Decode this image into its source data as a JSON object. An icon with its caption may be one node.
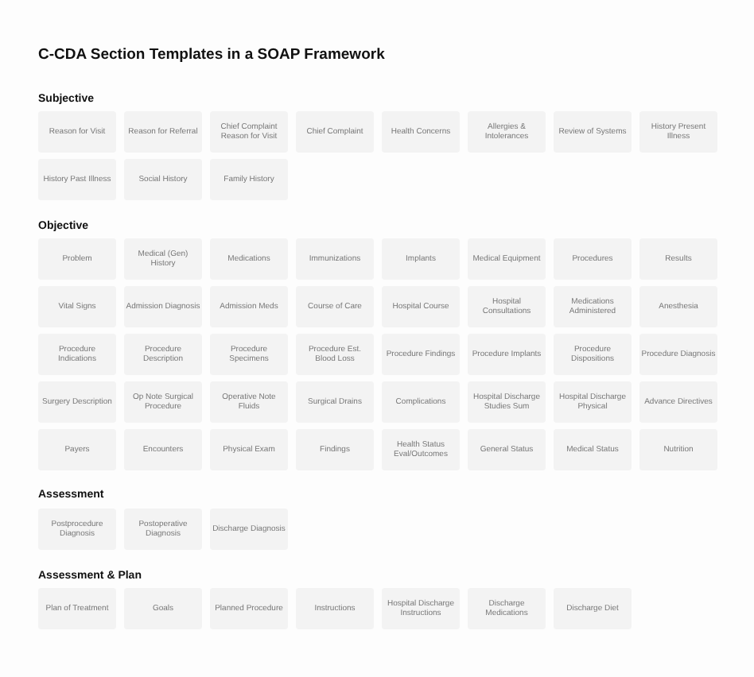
{
  "diagram": {
    "title": "C-CDA Section Templates in a SOAP Framework",
    "nodes": [
      {
        "text": [
          "Reason for Visit"
        ]
      },
      {
        "text": [
          "Reason for Referral"
        ]
      },
      {
        "text": [
          "Chief Complaint Reason for Visit"
        ]
      },
      {
        "text": [
          "Chief Complaint"
        ]
      },
      {
        "text": [
          "Health Concerns"
        ]
      },
      {
        "text": [
          "Allergies & Intolerances"
        ]
      },
      {
        "text": [
          "Review of Systems"
        ]
      },
      {
        "text": [
          "History Present Illness"
        ]
      },
      {
        "text": [
          "History Past Illness"
        ]
      },
      {
        "text": [
          "Social History"
        ]
      },
      {
        "text": [
          "Family History"
        ]
      },
      {
        "text": [
          "Problem"
        ]
      },
      {
        "text": [
          "Medical (Gen) History"
        ]
      },
      {
        "text": [
          "Medications"
        ]
      },
      {
        "text": [
          "Immunizations"
        ]
      },
      {
        "text": [
          "Implants"
        ]
      },
      {
        "text": [
          "Medical Equipment"
        ]
      },
      {
        "text": [
          "Procedures"
        ]
      },
      {
        "text": [
          "Results"
        ]
      },
      {
        "text": [
          "Vital Signs"
        ]
      },
      {
        "text": [
          "Admission Diagnosis"
        ]
      },
      {
        "text": [
          "Admission Meds"
        ]
      },
      {
        "text": [
          "Course of Care"
        ]
      },
      {
        "text": [
          "Hospital Course"
        ]
      },
      {
        "text": [
          "Hospital Consultations"
        ]
      },
      {
        "text": [
          "Medications Administered"
        ]
      },
      {
        "text": [
          "Anesthesia"
        ]
      },
      {
        "text": [
          "Procedure Indications"
        ]
      },
      {
        "text": [
          "Procedure Description"
        ]
      },
      {
        "text": [
          "Procedure Specimens"
        ]
      },
      {
        "text": [
          "Procedure Est. Blood Loss"
        ]
      },
      {
        "text": [
          "Procedure Findings"
        ]
      },
      {
        "text": [
          "Procedure Implants"
        ]
      },
      {
        "text": [
          "Procedure Dispositions"
        ]
      },
      {
        "text": [
          "Procedure Diagnosis"
        ]
      },
      {
        "text": [
          "Surgery Description"
        ]
      },
      {
        "text": [
          "Op Note Surgical Procedure"
        ]
      },
      {
        "text": [
          "Operative Note Fluids"
        ]
      },
      {
        "text": [
          "Surgical Drains"
        ]
      },
      {
        "text": [
          "Complications"
        ]
      },
      {
        "text": [
          "Hospital Discharge Studies Sum"
        ]
      },
      {
        "text": [
          "Hospital Discharge Physical"
        ]
      },
      {
        "text": [
          "Advance Directives"
        ]
      },
      {
        "text": [
          "Payers"
        ]
      },
      {
        "text": [
          "Encounters"
        ]
      },
      {
        "text": [
          "Physical Exam"
        ]
      },
      {
        "text": [
          "Findings"
        ]
      },
      {
        "text": [
          "Health Status Eval/Outcomes"
        ]
      },
      {
        "text": [
          "General Status"
        ]
      },
      {
        "text": [
          "Medical Status"
        ]
      },
      {
        "text": [
          "Nutrition"
        ]
      },
      {
        "text": [
          "Postprocedure Diagnosis"
        ]
      },
      {
        "text": [
          "Postoperative Diagnosis"
        ]
      },
      {
        "text": [
          "Discharge Diagnosis"
        ]
      },
      {
        "text": [
          "Plan of Treatment"
        ]
      },
      {
        "text": [
          "Goals"
        ]
      },
      {
        "text": [
          "Planned Procedure"
        ]
      },
      {
        "text": [
          "Instructions"
        ]
      },
      {
        "text": [
          "Hospital Discharge Instructions"
        ]
      },
      {
        "text": [
          "Discharge Medications"
        ]
      },
      {
        "text": [
          "Discharge Diet"
        ]
      }
    ],
    "labels": [
      "Subjective",
      "Objective",
      "Assessment",
      "Assessment & Plan"
    ]
  }
}
